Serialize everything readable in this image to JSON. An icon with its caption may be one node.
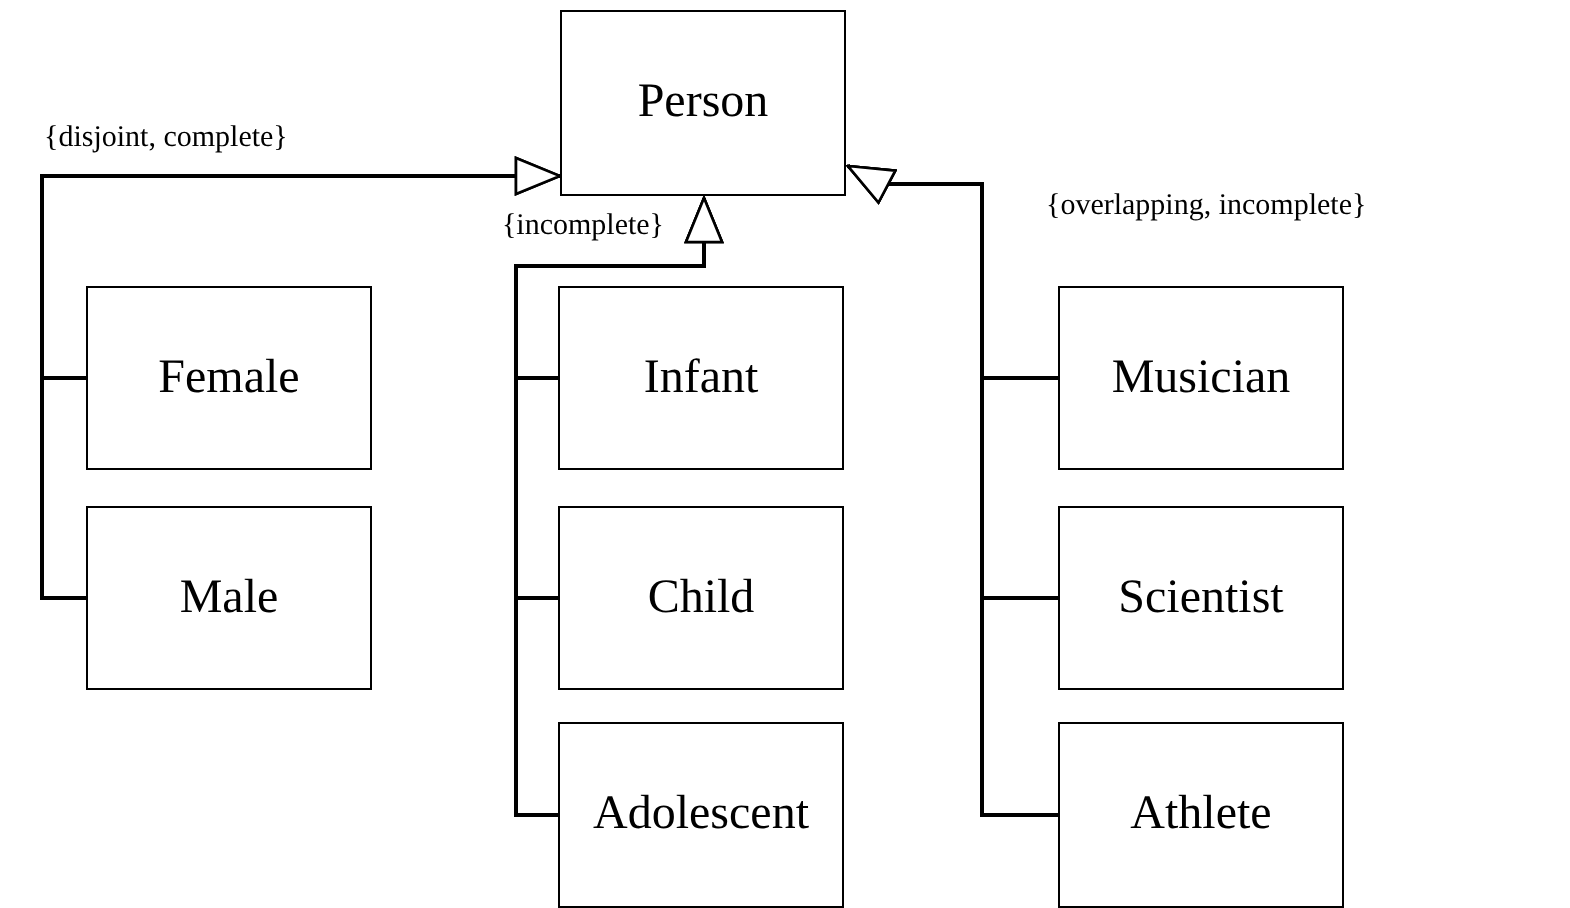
{
  "diagram": {
    "nodes": [
      {
        "text": [
          "Person"
        ]
      },
      {
        "text": [
          "Female"
        ]
      },
      {
        "text": [
          "Male"
        ]
      },
      {
        "text": [
          "Infant"
        ]
      },
      {
        "text": [
          "Child"
        ]
      },
      {
        "text": [
          "Adolescent"
        ]
      },
      {
        "text": [
          "Musician"
        ]
      },
      {
        "text": [
          "Scientist"
        ]
      },
      {
        "text": [
          "Athlete"
        ]
      }
    ],
    "edges": [
      {
        "from": 1,
        "to": 0,
        "arrow": "to",
        "label": "{disjoint, complete}"
      },
      {
        "from": 2,
        "to": 0,
        "arrow": "to"
      },
      {
        "from": 3,
        "to": 0,
        "arrow": "to",
        "label": "{incomplete}"
      },
      {
        "from": 4,
        "to": 0,
        "arrow": "to"
      },
      {
        "from": 5,
        "to": 0,
        "arrow": "to"
      },
      {
        "from": 6,
        "to": 0,
        "arrow": "to",
        "label": "{overlapping, incomplete}"
      },
      {
        "from": 7,
        "to": 0,
        "arrow": "to"
      },
      {
        "from": 8,
        "to": 0,
        "arrow": "to"
      }
    ]
  }
}
